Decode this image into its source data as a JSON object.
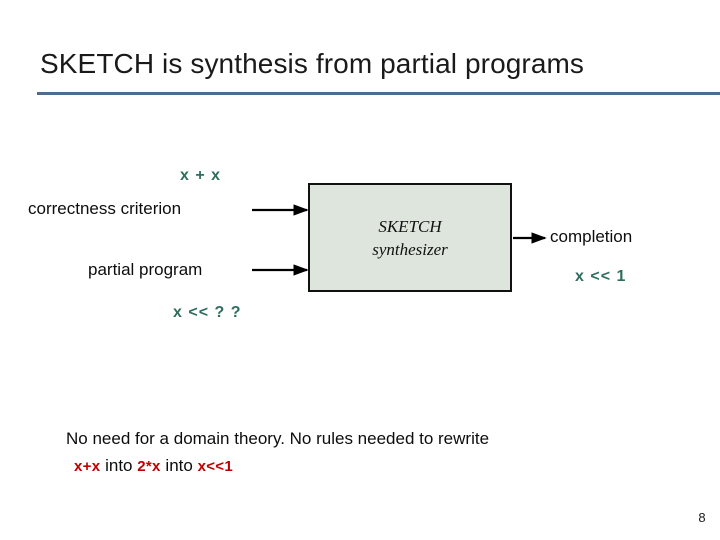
{
  "slide": {
    "title": "SKETCH is synthesis from partial programs",
    "page_number": "8",
    "rule_color": "#4d6c94"
  },
  "diagram": {
    "box": {
      "line1": "SKETCH",
      "line2": "synthesizer",
      "fill_color": "#dde5dc",
      "border_color": "#111111"
    },
    "inputs": [
      {
        "label": "correctness criterion",
        "code": "x + x",
        "code_color": "#2f6d5d"
      },
      {
        "label": "partial program",
        "code": "x << ? ?",
        "code_color": "#2f6d5d"
      }
    ],
    "output": {
      "label": "completion",
      "code": "x << 1",
      "code_color": "#2f6d5d"
    }
  },
  "note": {
    "line1": "No need for a domain theory.  No rules needed to rewrite",
    "line2": {
      "term1": "x+x",
      "connector1": "into",
      "term2": "2*x",
      "connector2": "into",
      "term3": "x<<1",
      "accent_color": "#c00000"
    }
  }
}
